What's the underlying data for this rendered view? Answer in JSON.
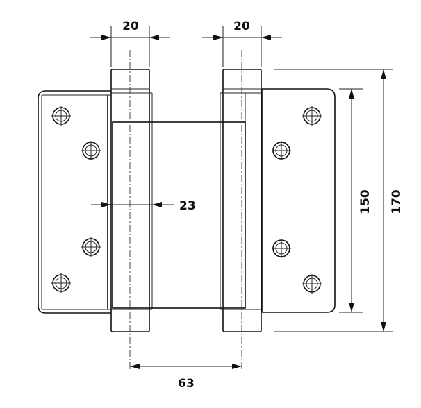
{
  "dimensions": {
    "knuckle_left_width": "20",
    "knuckle_right_width": "20",
    "offset": "23",
    "pin_distance": "63",
    "inner_height": "150",
    "outer_height": "170"
  },
  "colors": {
    "line": "#111111",
    "background": "#ffffff"
  }
}
